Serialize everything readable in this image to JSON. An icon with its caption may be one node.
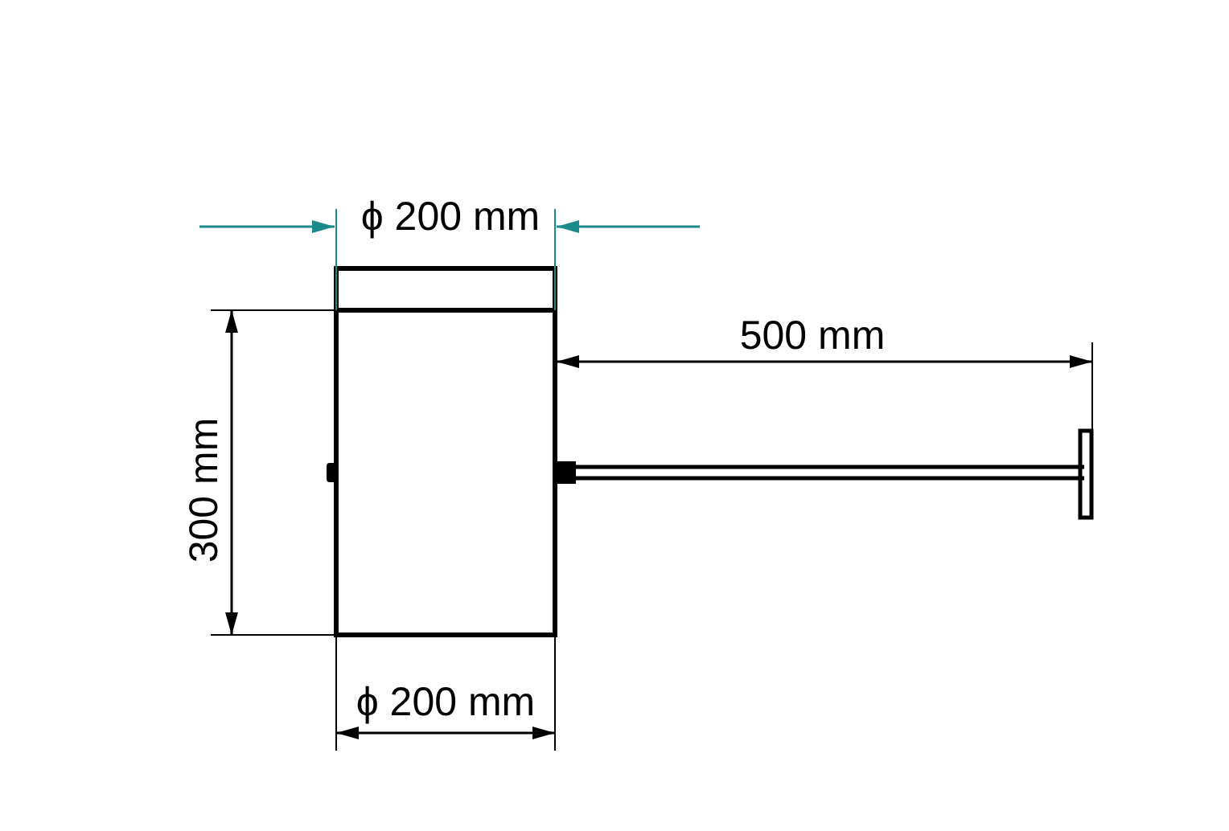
{
  "diagram": {
    "labels": [
      "ϕ 200 mm",
      "500 mm",
      "300 mm",
      "ϕ 200 mm"
    ]
  }
}
